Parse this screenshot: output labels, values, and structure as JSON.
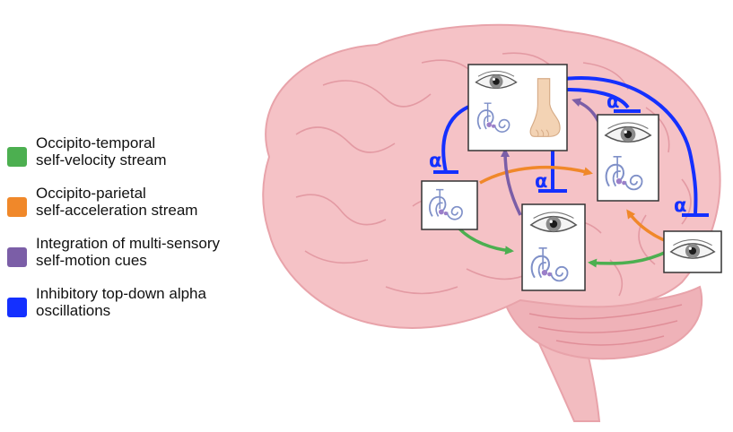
{
  "legend": {
    "items": [
      {
        "line1": "Occipito-temporal",
        "line2": "self-velocity stream",
        "color": "#4caf50"
      },
      {
        "line1": "Occipito-parietal",
        "line2": "self-acceleration stream",
        "color": "#f0882a"
      },
      {
        "line1": "Integration of multi-sensory",
        "line2": "self-motion cues",
        "color": "#7b5ea7"
      },
      {
        "line1": "Inhibitory top-down alpha",
        "line2": "oscillations",
        "color": "#1430ff"
      }
    ]
  },
  "diagram": {
    "alpha_symbol": "α",
    "panels": [
      "eye-vestibular-foot",
      "vestibular-left",
      "eye-vestibular-right",
      "eye-vestibular-center",
      "eye-far-right"
    ],
    "colors": {
      "brain": "#f5c2c6",
      "brain_outline": "#e8a3aa",
      "cerebellum": "#efb2b8",
      "stem": "#f2bcc0"
    }
  }
}
